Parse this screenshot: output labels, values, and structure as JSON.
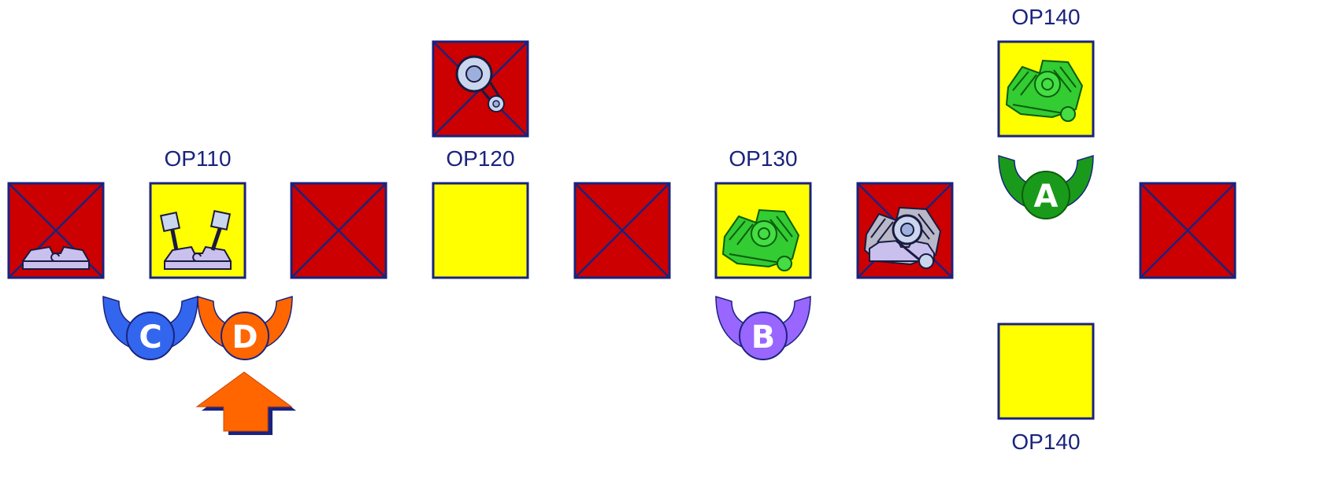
{
  "station_labels": {
    "op110": "OP110",
    "op120": "OP120",
    "op130": "OP130",
    "op140_top": "OP140",
    "op140_bottom": "OP140"
  },
  "stations": [
    {
      "id": "s1",
      "status": "blocked",
      "part": "engine-block"
    },
    {
      "id": "op110",
      "status": "active",
      "part": "engine-block-with-pistons"
    },
    {
      "id": "s3",
      "status": "blocked",
      "part": "none"
    },
    {
      "id": "op120-upper",
      "status": "blocked",
      "part": "pulley-belt"
    },
    {
      "id": "op120",
      "status": "active",
      "part": "none"
    },
    {
      "id": "s5",
      "status": "blocked",
      "part": "none"
    },
    {
      "id": "op130",
      "status": "active",
      "part": "engine-green"
    },
    {
      "id": "s7",
      "status": "blocked",
      "part": "engine-full"
    },
    {
      "id": "op140-top",
      "status": "active",
      "part": "engine-green"
    },
    {
      "id": "s9",
      "status": "blocked",
      "part": "none"
    },
    {
      "id": "op140-bottom",
      "status": "active",
      "part": "none"
    }
  ],
  "workers": [
    {
      "letter": "A",
      "color": "#1a9a1a"
    },
    {
      "letter": "B",
      "color": "#9966ff"
    },
    {
      "letter": "C",
      "color": "#3366ee"
    },
    {
      "letter": "D",
      "color": "#ff6600"
    }
  ],
  "colors": {
    "blocked": "#cc0000",
    "active": "#ffff00",
    "border": "#1a237e",
    "arrow": "#ff6600"
  }
}
